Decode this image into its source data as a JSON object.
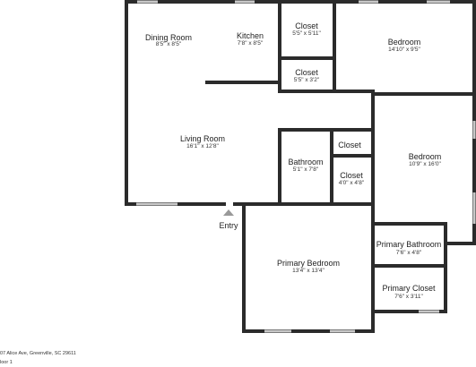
{
  "rooms": [
    {
      "id": "dining",
      "name": "Dining Room",
      "dims": "8'5\" x 8'5\""
    },
    {
      "id": "kitchen",
      "name": "Kitchen",
      "dims": "7'8\" x 8'5\""
    },
    {
      "id": "closet1",
      "name": "Closet",
      "dims": "5'5\" x 5'11\""
    },
    {
      "id": "closet2",
      "name": "Closet",
      "dims": "5'5\" x 3'2\""
    },
    {
      "id": "bedroom1",
      "name": "Bedroom",
      "dims": "14'10\" x 9'5\""
    },
    {
      "id": "living",
      "name": "Living Room",
      "dims": "16'1\" x 12'8\""
    },
    {
      "id": "bathroom",
      "name": "Bathroom",
      "dims": "5'1\" x 7'8\""
    },
    {
      "id": "closet3",
      "name": "Closet",
      "dims": ""
    },
    {
      "id": "closet4",
      "name": "Closet",
      "dims": "4'0\" x 4'8\""
    },
    {
      "id": "bedroom2",
      "name": "Bedroom",
      "dims": "10'9\" x 16'0\""
    },
    {
      "id": "primary_bedroom",
      "name": "Primary Bedroom",
      "dims": "13'4\" x 13'4\""
    },
    {
      "id": "primary_bath",
      "name": "Primary Bathroom",
      "dims": "7'6\" x 4'8\""
    },
    {
      "id": "primary_closet",
      "name": "Primary Closet",
      "dims": "7'6\" x 3'11\""
    }
  ],
  "entry_label": "Entry",
  "footer": {
    "address": "07 Alice Ave, Greenville, SC 29611",
    "floor": "loor 1"
  },
  "colors": {
    "wall": "#2b2b2b",
    "window": "#c8c8c8",
    "arrow": "#999999"
  }
}
